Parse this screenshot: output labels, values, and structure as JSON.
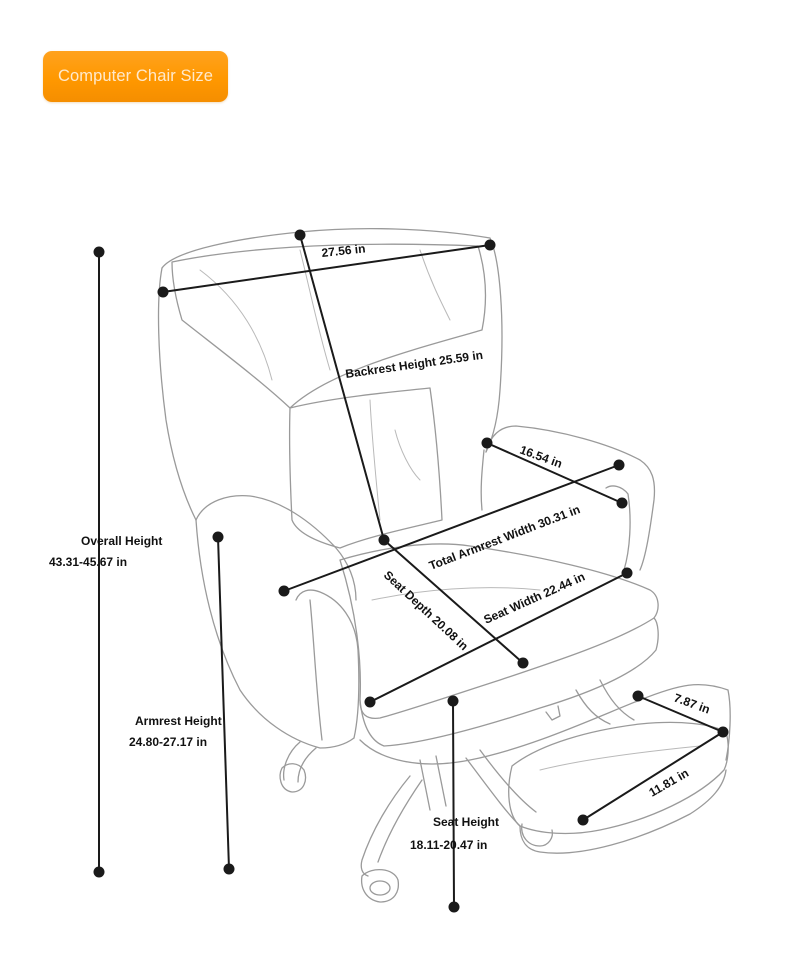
{
  "title": "Computer Chair Size",
  "labels": {
    "backrest_width": "27.56 in",
    "backrest_height": "Backrest Height 25.59 in",
    "armrest_length": "16.54 in",
    "total_armrest_width": "Total Armrest Width 30.31 in",
    "seat_width": "Seat Width 22.44 in",
    "seat_depth": "Seat Depth 20.08 in",
    "overall_height_label": "Overall Height",
    "overall_height_value": "43.31-45.67 in",
    "armrest_height_label": "Armrest Height",
    "armrest_height_value": "24.80-27.17 in",
    "seat_height_label": "Seat Height",
    "seat_height_value": "18.11-20.47 in",
    "footrest_depth": "7.87 in",
    "footrest_width": "11.81 in"
  },
  "colors": {
    "badge": "#ff9800",
    "badge_text": "#ffe9cc",
    "dimension_line": "#1a1a1a",
    "outline": "#9a9a9a"
  }
}
